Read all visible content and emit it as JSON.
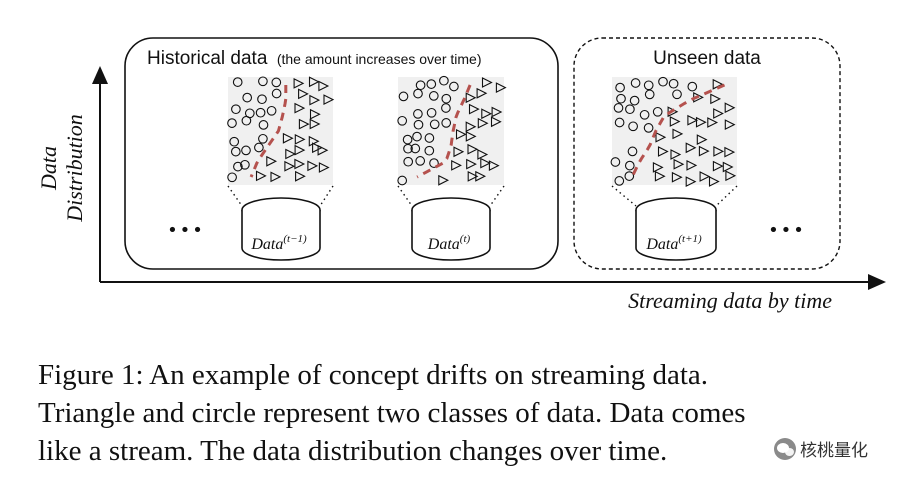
{
  "diagram": {
    "y_axis_label_line1": "Data",
    "y_axis_label_line2": "Distribution",
    "x_axis_label": "Streaming data by time",
    "historical_title_main": "Historical data",
    "historical_title_note": "(the amount increases over time)",
    "unseen_title": "Unseen data",
    "ellipsis": "•••",
    "databases": [
      {
        "base": "Data",
        "superscript": "(t−1)"
      },
      {
        "base": "Data",
        "superscript": "(t)"
      },
      {
        "base": "Data",
        "superscript": "(t+1)"
      }
    ],
    "colors": {
      "boundary": "#b5524e",
      "panel_fill": "#f0f0f0",
      "stroke": "#111111"
    },
    "class_markers": [
      "circle",
      "triangle"
    ]
  },
  "caption": {
    "line1": "Figure 1: An example of concept drifts on streaming data.",
    "line2": "Triangle and circle represent two classes of data. Data comes",
    "line3": "like a stream. The data distribution changes over time."
  },
  "watermark": {
    "icon": "wechat-icon",
    "text": "核桃量化"
  }
}
